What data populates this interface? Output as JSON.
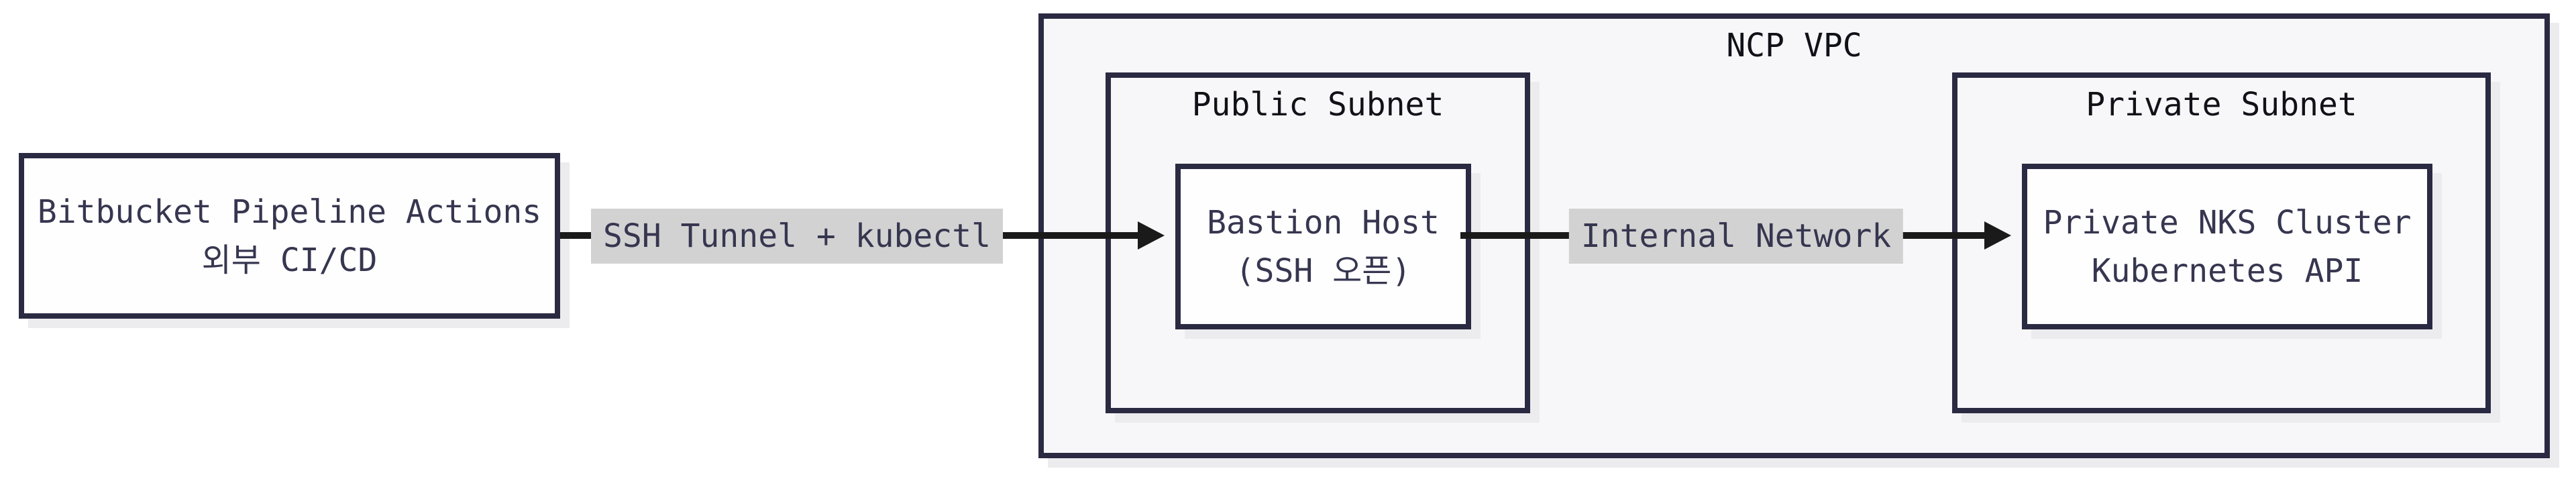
{
  "diagram": {
    "external_node": {
      "line1": "Bitbucket Pipeline Actions",
      "line2": "외부 CI/CD"
    },
    "vpc": {
      "label": "NCP VPC"
    },
    "public_subnet": {
      "label": "Public Subnet"
    },
    "bastion_node": {
      "line1": "Bastion Host",
      "line2": "(SSH 오픈)"
    },
    "private_subnet": {
      "label": "Private Subnet"
    },
    "nks_node": {
      "line1": "Private NKS Cluster",
      "line2": "Kubernetes API"
    },
    "edges": {
      "ssh_tunnel": {
        "label": "SSH Tunnel + kubectl"
      },
      "internal_network": {
        "label": "Internal Network"
      }
    },
    "colors": {
      "canvas_bg": "#ffffff",
      "node_fill": "#fefefe",
      "node_border": "#2a2a42",
      "node_text": "#363650",
      "cluster_fill": "#f7f7fa",
      "cluster_border": "#2a2a42",
      "cluster_label_text": "#111118",
      "edge_line": "#1a1a1a",
      "edge_label_bg": "#d2d2d2",
      "edge_label_text": "#363650",
      "shadow": "#ececef"
    }
  }
}
